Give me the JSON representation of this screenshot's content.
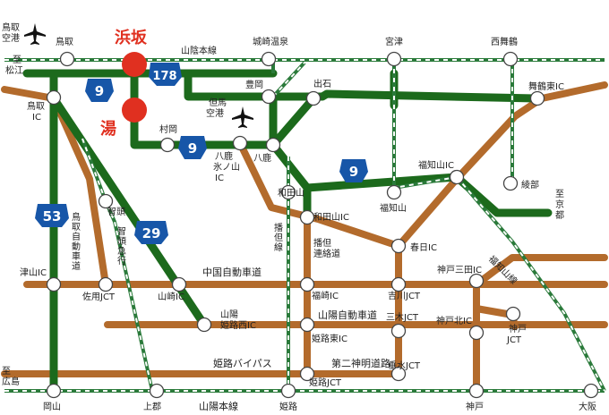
{
  "colors": {
    "expressway": "#1c6a1c",
    "national_road": "#b36b2c",
    "railway": "#2a7a3a",
    "highlight": "#e03020",
    "shield": "#1756a8"
  },
  "icons": {
    "airport": "airplane-icon"
  },
  "labels": {
    "tottori_airport": "鳥取空港",
    "tajima_airport": "但馬空港",
    "to_matsue": "至松江",
    "to_kyoto": "至京都",
    "to_hiroshima": "至広島",
    "tottori": "鳥取",
    "tottori_ic": "鳥取IC",
    "hamasaka": "浜坂",
    "yu": "湯",
    "sanin_line": "山陰本線",
    "kinosaki_onsen": "城崎温泉",
    "miyazu": "宮津",
    "nishimaizuru": "西舞鶴",
    "toyooka": "豊岡",
    "izushi": "出石",
    "maizuru_higashi_ic": "舞鶴東IC",
    "muraoka": "村岡",
    "yoka_hyonosen_ic": "八鹿氷ノ山IC",
    "yoka": "八鹿",
    "wadayama": "和田山",
    "wadayama_ic": "和田山IC",
    "fukuchiyama_ic": "福知山IC",
    "fukuchiyama": "福知山",
    "ayabe": "綾部",
    "chizu": "智頭",
    "tottori_expressway": "鳥取自動車道",
    "chizu_kyuko": "智頭急行",
    "bantan_line": "播但線",
    "bantan_renraku": "播但連絡道",
    "kasuga_ic": "春日IC",
    "fukuchiyama_line": "福知山線",
    "tsuyama_ic": "津山IC",
    "sayo_jct": "佐用JCT",
    "chugoku_expressway": "中国自動車道",
    "yamasaki_ic": "山崎IC",
    "fukusaki_ic": "福崎IC",
    "yokawa_jct": "吉川JCT",
    "kobe_sanda_ic": "神戸三田IC",
    "sanyo_himeji_nishi_ic": "山陽姫路西IC",
    "sanyo_expressway": "山陽自動車道",
    "miki_jct": "三木JCT",
    "kobe_kita_ic": "神戸北IC",
    "kobe_jct": "神戸JCT",
    "himeji_higashi_ic": "姫路東IC",
    "himeji_bypass": "姫路バイパス",
    "second_shinmei": "第二神明道路",
    "himeji_jct": "姫路JCT",
    "tarumi_jct": "垂水JCT",
    "sanyo_line": "山陽本線",
    "okayama": "岡山",
    "kamigori": "上郡",
    "himeji": "姫路",
    "kobe": "神戸",
    "osaka": "大阪"
  },
  "route_shields": [
    {
      "number": "178"
    },
    {
      "number": "9"
    },
    {
      "number": "9"
    },
    {
      "number": "9"
    },
    {
      "number": "53"
    },
    {
      "number": "29"
    }
  ]
}
